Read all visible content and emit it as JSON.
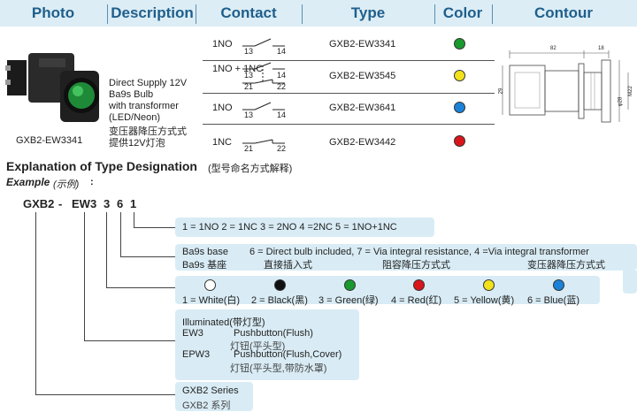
{
  "header": {
    "photo": "Photo",
    "description": "Description",
    "contact": "Contact",
    "type": "Type",
    "color": "Color",
    "contour": "Contour"
  },
  "product": {
    "photo_caption": "GXB2-EW3341",
    "desc_lines": [
      "Direct Supply 12V",
      "Ba9s Bulb",
      "with transformer",
      "(LED/Neon)",
      "变压器降压方式式",
      "提供12V灯泡"
    ]
  },
  "rows": [
    {
      "contact": "1NO",
      "terminals": [
        "13",
        "14"
      ],
      "type": "GXB2-EW3341",
      "color": "#1a9a2e"
    },
    {
      "contact": "1NO + 1NC",
      "terminals": [
        "13",
        "14",
        "21",
        "22"
      ],
      "type": "GXB2-EW3545",
      "color": "#f2e21c"
    },
    {
      "contact": "1NO",
      "terminals": [
        "13",
        "14"
      ],
      "type": "GXB2-EW3641",
      "color": "#1a82d8"
    },
    {
      "contact": "1NC",
      "terminals": [
        "21",
        "22"
      ],
      "type": "GXB2-EW3442",
      "color": "#d8161c"
    }
  ],
  "contour_dims": {
    "d1": "82",
    "d2": "18",
    "d3": "29",
    "d4": "φ28",
    "d5": "M22"
  },
  "explanation": {
    "title": "Explanation of Type Designation",
    "title_cn": "(型号命名方式解释)",
    "example": "Example",
    "example_cn": "(示例)",
    "code": [
      "GXB2",
      "-",
      "EW3",
      "3",
      "6",
      "1"
    ]
  },
  "legend": {
    "contacts": "1 = 1NO   2 = 1NC  3 = 2NO 4 =2NC 5 = 1NO+1NC",
    "base_label": "Ba9s base",
    "base_label_cn": "Ba9s 基座",
    "base_opt1": "6 = Direct bulb included, 7 = Via integral resistance, 4 =Via integral transformer",
    "base_cn1": "直接插入式",
    "base_cn2": "阻容降压方式式",
    "base_cn3": "变压器降压方式式",
    "colors": [
      {
        "label": "1 = White(白)",
        "hex": "#ffffff"
      },
      {
        "label": "2 = Black(黑)",
        "hex": "#111111"
      },
      {
        "label": "3 =  Green(绿)",
        "hex": "#1a9a2e"
      },
      {
        "label": "4 = Red(红)",
        "hex": "#d8161c"
      },
      {
        "label": "5 = Yellow(黄)",
        "hex": "#f2e21c"
      },
      {
        "label": "6 = Blue(蓝)",
        "hex": "#1a82d8"
      }
    ],
    "op_title": "Illuminated(带灯型)",
    "op_ew3": "EW3",
    "op_ew3_desc": "Pushbutton(Flush)",
    "op_ew3_cn": "灯钮(平头型)",
    "op_epw3": "EPW3",
    "op_epw3_desc": "Pushbutton(Flush,Cover)",
    "op_epw3_cn": "灯钮(平头型,带防水罩)",
    "series": "GXB2 Series",
    "series_cn": "GXB2 系列"
  }
}
